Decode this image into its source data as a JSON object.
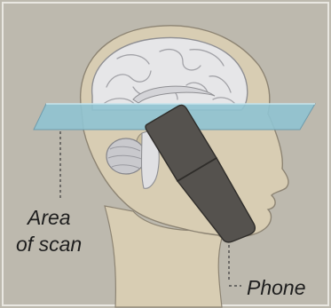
{
  "labels": {
    "area_of_scan": [
      "Area",
      "of scan"
    ],
    "phone": "Phone"
  },
  "colors": {
    "background": "#bdb9ae",
    "head_skin": "#d8cdb3",
    "head_outline": "#8d8473",
    "brain": "#e6e6e8",
    "brain_outline": "#8f8f93",
    "scan_plane": "#8fc3d2",
    "phone_body": "#55524e",
    "text": "#1e1e1e"
  }
}
